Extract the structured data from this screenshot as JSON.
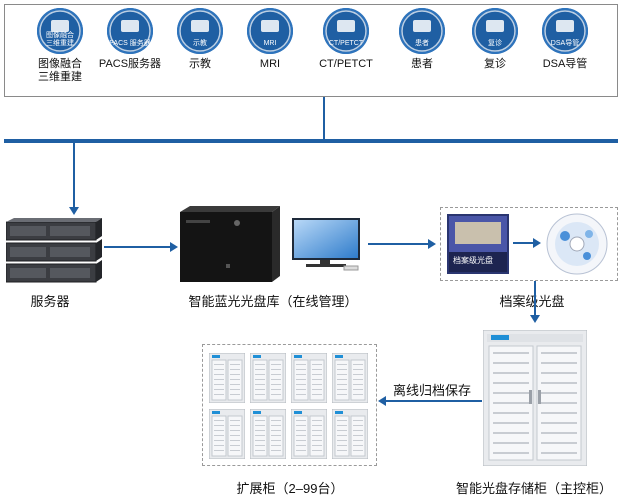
{
  "sources": [
    {
      "label": "图像融合\n三维重建",
      "inner": "图像融合\n三维重建",
      "icon": "image-fusion-icon"
    },
    {
      "label": "PACS服务器",
      "inner": "PACS 服务器",
      "icon": "pacs-server-icon"
    },
    {
      "label": "示教",
      "inner": "示教",
      "icon": "teaching-icon"
    },
    {
      "label": "MRI",
      "inner": "MRI",
      "icon": "mri-icon"
    },
    {
      "label": "CT/PETCT",
      "inner": "CT/PETCT",
      "icon": "ct-petct-icon"
    },
    {
      "label": "患者",
      "inner": "患者",
      "icon": "patient-icon"
    },
    {
      "label": "复诊",
      "inner": "复诊",
      "icon": "follow-up-icon"
    },
    {
      "label": "DSA导管",
      "inner": "DSA导管",
      "icon": "dsa-catheter-icon"
    }
  ],
  "nodes": {
    "server": "服务器",
    "library": "智能蓝光光盘库（在线管理）",
    "archive_disc": "档案级光盘",
    "archive_disc_box_text": "档案级光盘",
    "main_cabinet": "智能光盘存储柜（主控柜）",
    "expansion": "扩展柜（2–99台）"
  },
  "edge_label": "离线归档保存",
  "colors": {
    "accent": "#1f5fa3",
    "border": "#8a8a8a",
    "dashed": "#9a9a9a"
  }
}
